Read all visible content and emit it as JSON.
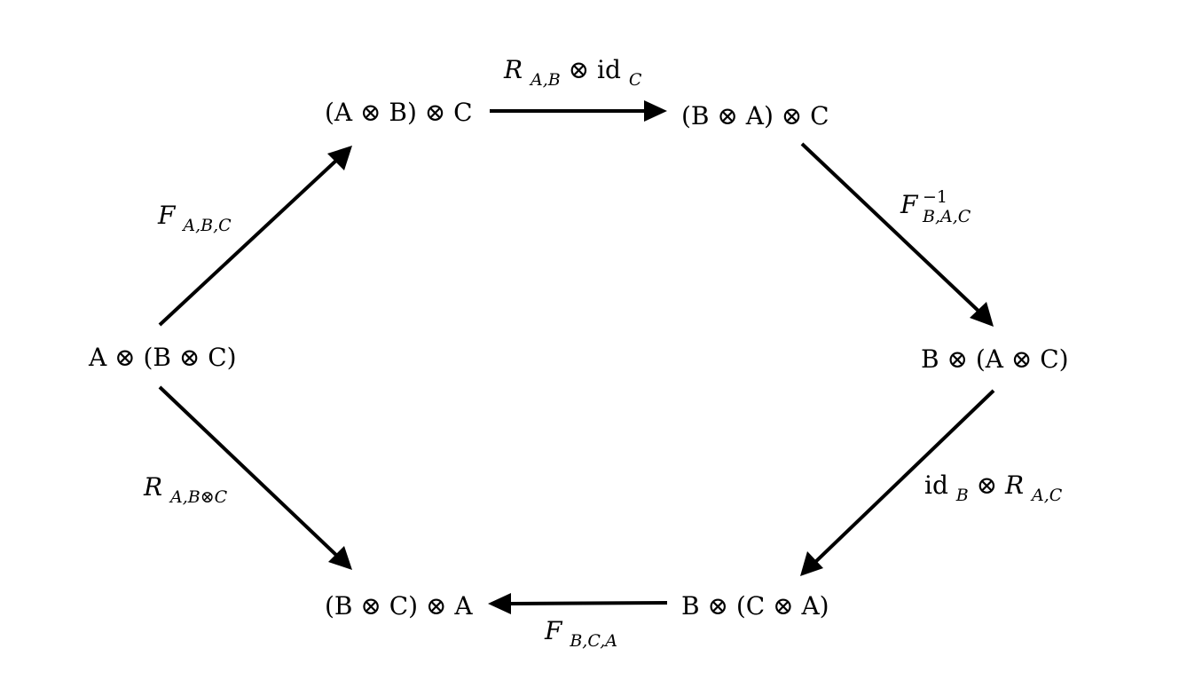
{
  "nodes": {
    "left": "A ⊗ (B ⊗ C)",
    "top_left": "(A ⊗ B) ⊗ C",
    "top_right": "(B ⊗ A) ⊗ C",
    "right": "B ⊗ (A ⊗ C)",
    "bottom_right": "B ⊗ (C ⊗ A)",
    "bottom_left": "(B ⊗ C) ⊗ A"
  },
  "edge_labels": {
    "left_to_top_left": {
      "main": "F",
      "sub": "A,B,C"
    },
    "top_left_to_top_right": {
      "main": "R",
      "sub": "A,B",
      "op": " ⊗ ",
      "id": "id",
      "id_sub": "C"
    },
    "top_right_to_right": {
      "main": "F",
      "sup": "−1",
      "sub": "B,A,C"
    },
    "right_to_bottom_right": {
      "id": "id",
      "id_sub": "B",
      "op": " ⊗ ",
      "main": "R",
      "sub": "A,C"
    },
    "bottom_right_to_bottom_left": {
      "main": "F",
      "sub": "B,C,A"
    },
    "left_to_bottom_left": {
      "main": "R",
      "sub": "A,B⊗C"
    }
  }
}
